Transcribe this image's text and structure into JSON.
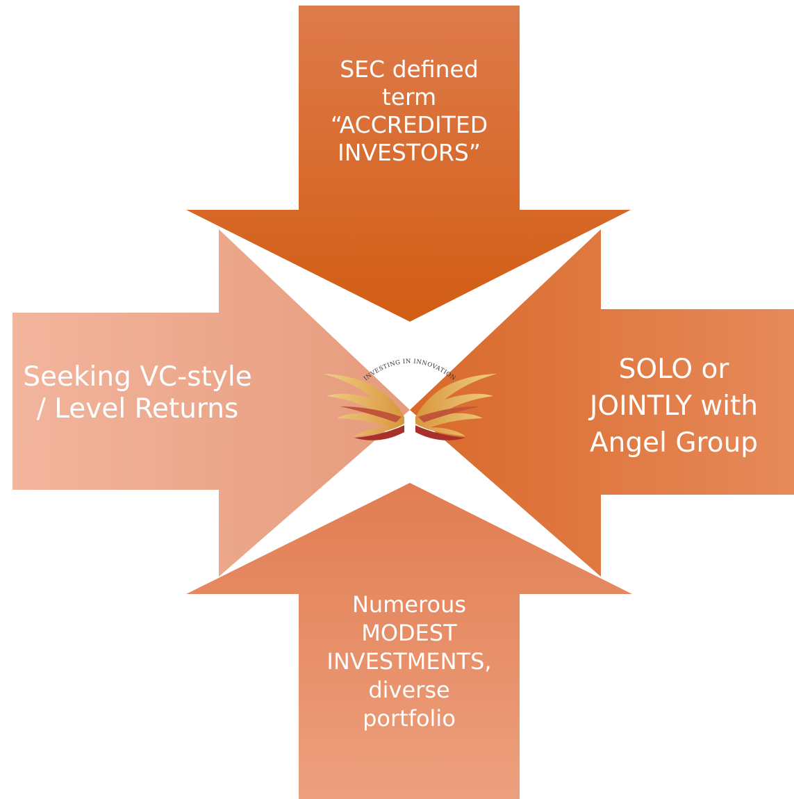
{
  "diagram": {
    "top_arrow": {
      "lines": [
        "SEC defined",
        "term",
        "“ACCREDITED",
        "INVESTORS”"
      ]
    },
    "right_arrow": {
      "lines": [
        "SOLO or",
        "JOINTLY with",
        "Angel Group"
      ]
    },
    "bottom_arrow": {
      "lines": [
        "Numerous",
        "MODEST",
        "INVESTMENTS,",
        "diverse",
        "portfolio"
      ]
    },
    "left_arrow": {
      "lines": [
        "Seeking VC-style",
        "/ Level Returns"
      ]
    },
    "logo": {
      "text": "INVESTING IN INNOVATION"
    },
    "colors": {
      "top_arrow_light": "#de7b4b",
      "top_arrow_dark": "#d25d14",
      "right_arrow_dark": "#d9692a",
      "right_arrow_light": "#e68a5a",
      "bottom_arrow_top": "#e17d52",
      "bottom_arrow_bottom": "#eda07e",
      "left_arrow_light": "#f2b59d",
      "left_arrow_dark": "#e69b7c",
      "logo_gold": "#e0b055",
      "logo_red": "#a8322a"
    }
  }
}
